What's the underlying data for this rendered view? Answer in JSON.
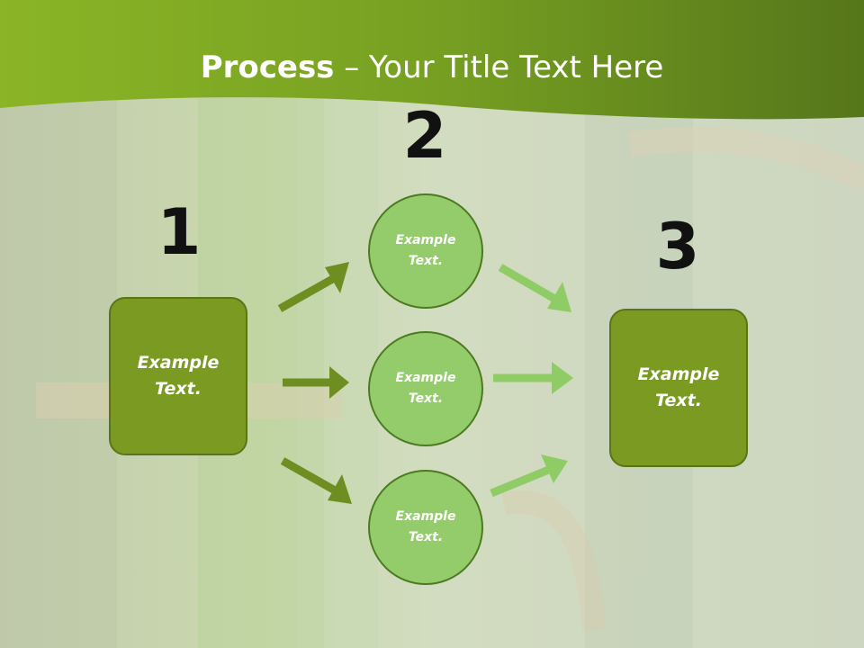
{
  "title": {
    "bold": "Process",
    "rest": " – Your Title Text Here"
  },
  "steps": [
    {
      "number": "1",
      "text_line1": "Example",
      "text_line2": "Text."
    },
    {
      "number": "2",
      "text_line1": "Example",
      "text_line2": "Text."
    },
    {
      "number": "3",
      "text_line1": "Example",
      "text_line2": "Text."
    }
  ],
  "circles": [
    {
      "text_line1": "Example",
      "text_line2": "Text."
    },
    {
      "text_line1": "Example",
      "text_line2": "Text."
    },
    {
      "text_line1": "Example",
      "text_line2": "Text."
    }
  ],
  "colors": {
    "banner": "#6f9a22",
    "box_fill": "#7a9a22",
    "circle_fill": "#94cc6c",
    "arrow_dark": "#6e8e22",
    "arrow_light": "#8fcc66"
  }
}
